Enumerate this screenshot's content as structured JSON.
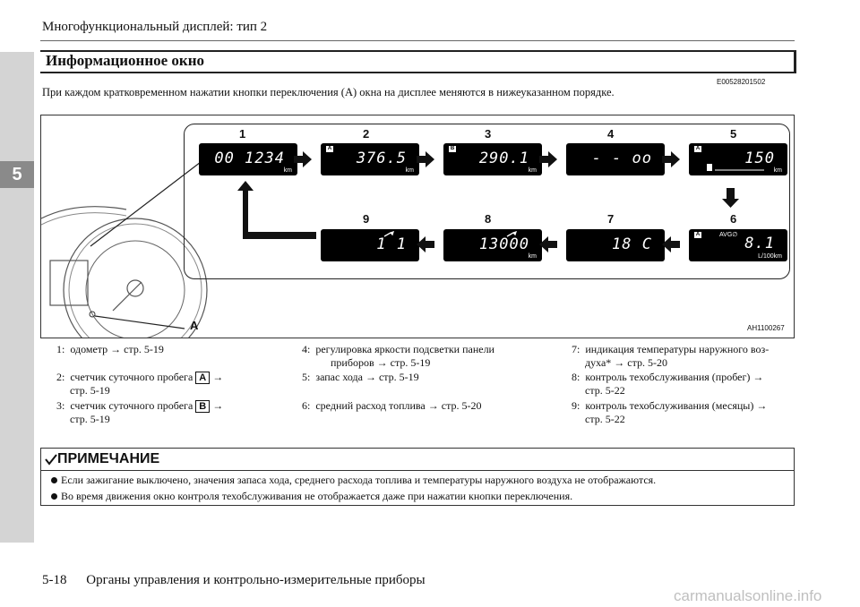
{
  "header": {
    "title": "Многофункциональный дисплей: тип 2"
  },
  "chapter": {
    "number": "5"
  },
  "section": {
    "title": "Информационное окно",
    "code": "E00528201502"
  },
  "intro": "При каждом кратковременном нажатии кнопки переключения (A) окна на дисплее меняются в нижеуказанном порядке.",
  "figure": {
    "code": "AH1100267",
    "pointer_label": "A",
    "labels": [
      "1",
      "2",
      "3",
      "4",
      "5",
      "6",
      "7",
      "8",
      "9"
    ],
    "displays": [
      {
        "text": "00 1234",
        "unit": "km",
        "badge": ""
      },
      {
        "text": "376.5",
        "unit": "km",
        "badge": "A"
      },
      {
        "text": "290.1",
        "unit": "km",
        "badge": "B"
      },
      {
        "text": "- - oo",
        "unit": "",
        "badge": ""
      },
      {
        "text": "150",
        "unit": "km",
        "badge": "A"
      },
      {
        "text": "8.1",
        "unit": "L/100km",
        "badge": "A",
        "extra": "AVG∅"
      },
      {
        "text": "18  C",
        "unit": "",
        "badge": ""
      },
      {
        "text": "13000",
        "unit": "km",
        "badge": ""
      },
      {
        "text": "1 1",
        "unit": "",
        "badge": ""
      }
    ]
  },
  "legend": {
    "items": [
      {
        "prefix": "1:",
        "text": "одометр → стр. 5-19"
      },
      {
        "prefix": "2:",
        "text_a": "счетчик суточного пробега",
        "box": "A",
        "text_b": "→",
        "text_c": "стр. 5-19"
      },
      {
        "prefix": "3:",
        "text_a": "счетчик суточного пробега",
        "box": "B",
        "text_b": "→",
        "text_c": "стр. 5-19"
      },
      {
        "prefix": "4:",
        "text": "регулировка яркости подсветки панели",
        "text_c": "приборов → стр. 5-19"
      },
      {
        "prefix": "5:",
        "text": "запас хода → стр. 5-19"
      },
      {
        "prefix": "6:",
        "text": "средний расход топлива → стр. 5-20"
      },
      {
        "prefix": "7:",
        "text": "индикация температуры наружного воз-",
        "text_c": "духа* → стр. 5-20"
      },
      {
        "prefix": "8:",
        "text": "контроль техобслуживания (пробег) →",
        "text_c": "стр. 5-22"
      },
      {
        "prefix": "9:",
        "text": "контроль техобслуживания (месяцы) →",
        "text_c": "стр. 5-22"
      }
    ]
  },
  "note": {
    "title": "ПРИМЕЧАНИЕ",
    "bullets": [
      "Если зажигание выключено, значения запаса хода, среднего расхода топлива и температуры наружного воздуха не отображаются.",
      "Во время движения окно контроля техобслуживания не отображается даже при нажатии кнопки переключения."
    ]
  },
  "footer": {
    "page": "5-18",
    "title": "Органы управления и контрольно-измерительные приборы"
  },
  "watermark": "carmanualsonline.info",
  "colors": {
    "display_bg": "#000000",
    "side_tab": "#d4d4d4",
    "chapter_tab": "#8a8a8a",
    "watermark": "#bfbfbf"
  }
}
